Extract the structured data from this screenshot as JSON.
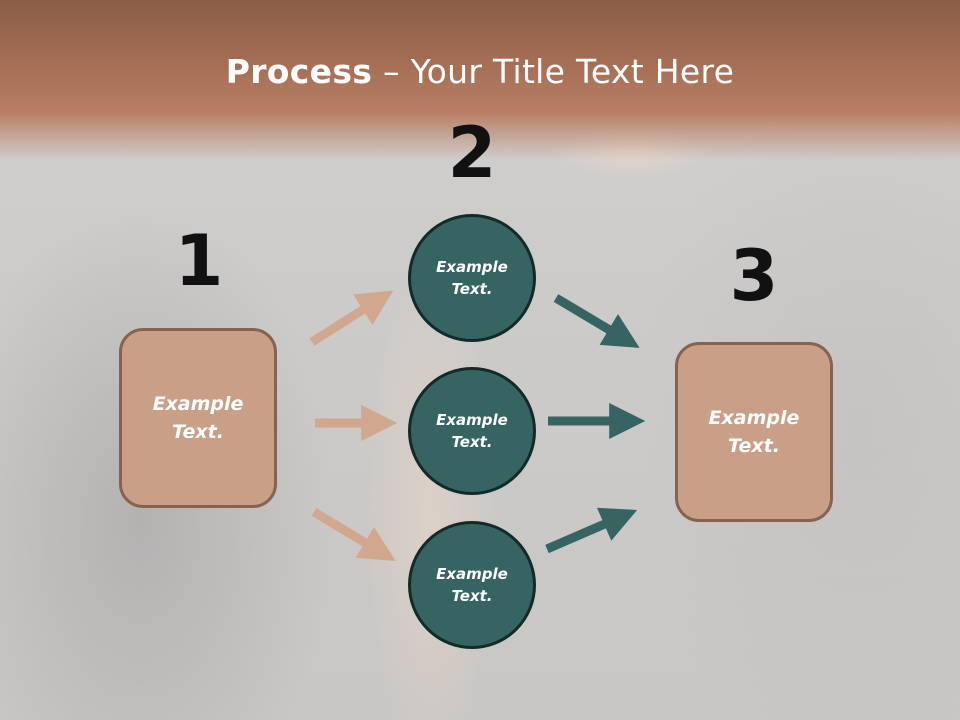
{
  "slide": {
    "title_bold": "Process",
    "title_rest": " – Your Title Text Here"
  },
  "steps": [
    {
      "number": "1",
      "text": "Example Text."
    },
    {
      "number": "2",
      "circles": [
        "Example Text.",
        "Example Text.",
        "Example Text."
      ]
    },
    {
      "number": "3",
      "text": "Example Text."
    }
  ],
  "colors": {
    "header": "#a26c53",
    "box_fill": "#c99f87",
    "box_border": "#86624f",
    "circle_fill": "#356462",
    "circle_border": "#142a29",
    "left_arrows": "#d1a78e",
    "right_arrows": "#356462"
  }
}
